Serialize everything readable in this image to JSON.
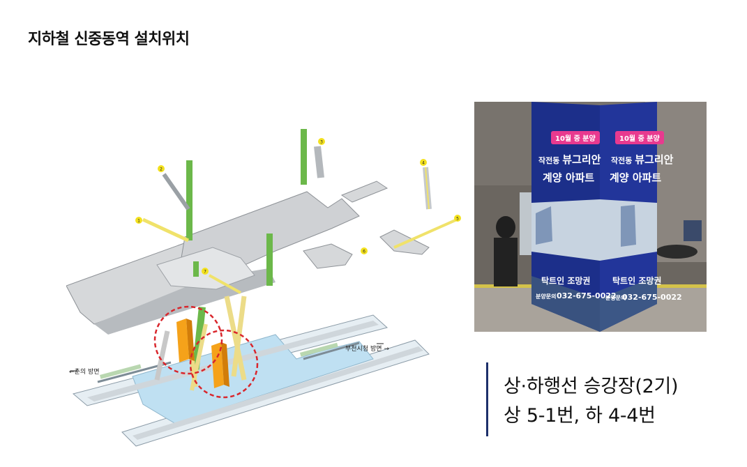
{
  "title": "지하철 신중동역 설치위치",
  "map": {
    "direction_left": "←춘의 방면",
    "direction_right": "부천시청 방면 →",
    "exit_numbers": [
      "1",
      "2",
      "3",
      "4",
      "5",
      "6",
      "7"
    ]
  },
  "photo": {
    "badge": "10월 중 분양",
    "line1_prefix": "작전동",
    "line1_name": "뷰그리안",
    "line2": "계양 아파트",
    "agency_prefix": "탁트인",
    "agency_name": "조망권",
    "phone_label": "분양문의",
    "phone": "032-675-0022"
  },
  "info": {
    "line1": "상·하행선 승강장(2기)",
    "line2": "상 5-1번, 하 4-4번"
  },
  "colors": {
    "accent_bar": "#1c2f6a",
    "highlight_orange": "#f5a21a",
    "circle_red": "#d9262c",
    "platform_blue": "#bfe0f2",
    "exit_green": "#6cb84a",
    "stair_yellow": "#f0e26a"
  }
}
